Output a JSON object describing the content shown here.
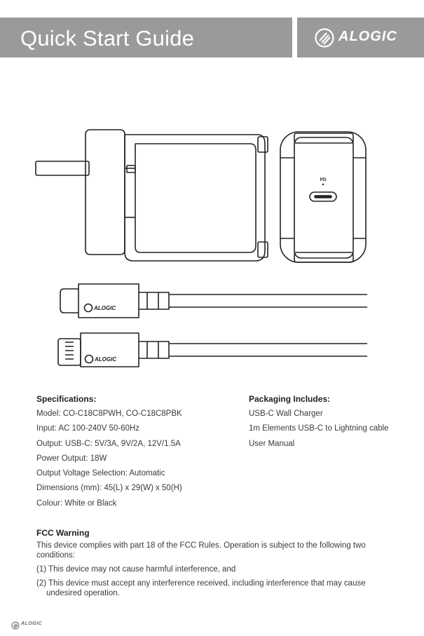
{
  "header": {
    "title": "Quick Start Guide",
    "brand": "ALOGIC"
  },
  "product_illustration": {
    "port_label": "PD",
    "cable_brand": "ALOGIC"
  },
  "specifications": {
    "heading": "Specifications:",
    "lines": [
      "Model: CO-C18C8PWH, CO-C18C8PBK",
      "Input: AC 100-240V 50-60Hz",
      "Output: USB-C: 5V/3A, 9V/2A, 12V/1.5A",
      "Power Output: 18W",
      "Output Voltage Selection: Automatic",
      "Dimensions (mm): 45(L) x 29(W) x 50(H)",
      "Colour: White or Black"
    ]
  },
  "packaging": {
    "heading": "Packaging Includes:",
    "lines": [
      "USB-C Wall Charger",
      "1m Elements USB-C to Lightning cable",
      "User Manual"
    ]
  },
  "fcc": {
    "heading": "FCC Warning",
    "intro": "This device complies with part 18 of the FCC Rules. Operation is subject to the following two conditions:",
    "items": [
      "(1) This device may not cause harmful interference, and",
      "(2) This device must accept any interference received, including interference that may cause undesired operation."
    ]
  },
  "footer": {
    "brand": "ALOGIC"
  },
  "colors": {
    "header_bg": "#9a9a9a",
    "text": "#3a3a3a",
    "line_art": "#222222"
  }
}
